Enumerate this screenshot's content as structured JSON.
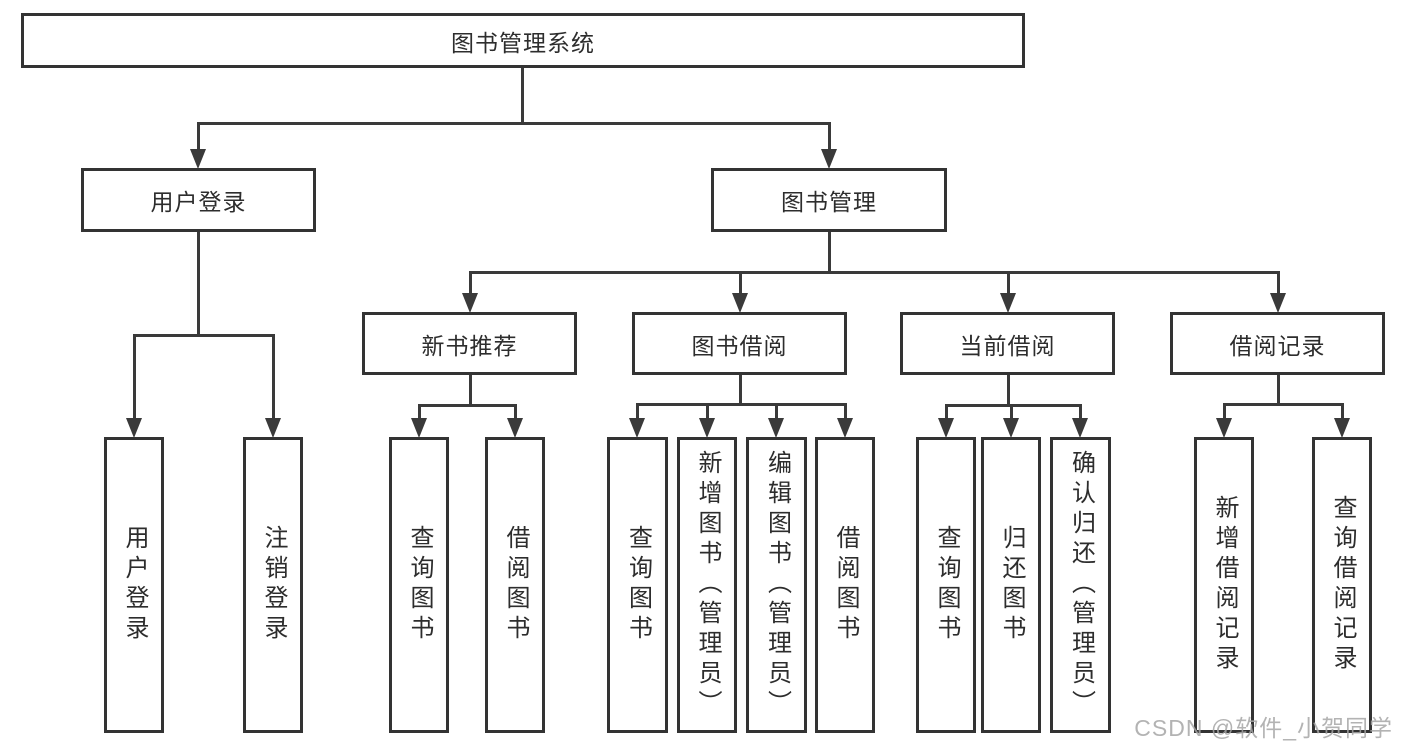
{
  "tree": {
    "label": "图书管理系统",
    "children": [
      {
        "label": "用户登录",
        "children": [
          {
            "label": "用户登录"
          },
          {
            "label": "注销登录"
          }
        ]
      },
      {
        "label": "图书管理",
        "children": [
          {
            "label": "新书推荐",
            "children": [
              {
                "label": "查询图书"
              },
              {
                "label": "借阅图书"
              }
            ]
          },
          {
            "label": "图书借阅",
            "children": [
              {
                "label": "查询图书"
              },
              {
                "label": "新增图书（管理员）"
              },
              {
                "label": "编辑图书（管理员）"
              },
              {
                "label": "借阅图书"
              }
            ]
          },
          {
            "label": "当前借阅",
            "children": [
              {
                "label": "查询图书"
              },
              {
                "label": "归还图书"
              },
              {
                "label": "确认归还（管理员）"
              }
            ]
          },
          {
            "label": "借阅记录",
            "children": [
              {
                "label": "新增借阅记录"
              },
              {
                "label": "查询借阅记录"
              }
            ]
          }
        ]
      }
    ]
  },
  "watermark": "CSDN @软件_小贺同学",
  "colors": {
    "line": "#3a3a3a",
    "box_border": "#333333",
    "text": "#2d2d2d",
    "watermark": "#a6a6a6",
    "background": "#ffffff"
  }
}
